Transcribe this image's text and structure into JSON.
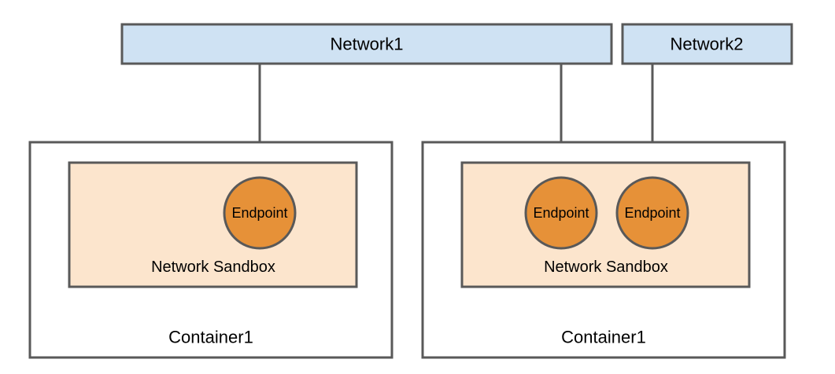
{
  "networks": [
    {
      "label": "Network1"
    },
    {
      "label": "Network2"
    }
  ],
  "containers": [
    {
      "label": "Container1",
      "sandbox": {
        "label": "Network Sandbox",
        "endpoints": [
          {
            "label": "Endpoint"
          }
        ]
      }
    },
    {
      "label": "Container1",
      "sandbox": {
        "label": "Network Sandbox",
        "endpoints": [
          {
            "label": "Endpoint"
          },
          {
            "label": "Endpoint"
          }
        ]
      }
    }
  ],
  "colors": {
    "network_fill": "#cfe2f3",
    "sandbox_fill": "#fce5cd",
    "endpoint_fill": "#e69138",
    "stroke": "#595959"
  }
}
